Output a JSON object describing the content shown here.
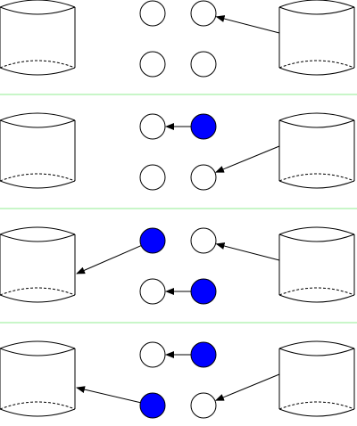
{
  "colors": {
    "filled": "#0000ff",
    "empty": "#ffffff",
    "stroke": "#000000",
    "separator": "#90ee90"
  },
  "icons": {
    "store": "cylinder-icon",
    "slot": "circle-icon",
    "transfer": "arrow-icon"
  },
  "panels": [
    {
      "slots": [
        [
          false,
          false
        ],
        [
          false,
          false
        ]
      ],
      "arrows": [
        {
          "from": "right-store",
          "to": "slot-0-1"
        }
      ]
    },
    {
      "slots": [
        [
          false,
          true
        ],
        [
          false,
          false
        ]
      ],
      "arrows": [
        {
          "from": "slot-0-1",
          "to": "slot-0-0"
        },
        {
          "from": "right-store",
          "to": "slot-1-1"
        }
      ]
    },
    {
      "slots": [
        [
          true,
          false
        ],
        [
          false,
          true
        ]
      ],
      "arrows": [
        {
          "from": "slot-0-0",
          "to": "left-store"
        },
        {
          "from": "right-store",
          "to": "slot-0-1"
        },
        {
          "from": "slot-1-1",
          "to": "slot-1-0"
        }
      ]
    },
    {
      "slots": [
        [
          false,
          true
        ],
        [
          true,
          false
        ]
      ],
      "arrows": [
        {
          "from": "slot-0-1",
          "to": "slot-0-0"
        },
        {
          "from": "slot-1-0",
          "to": "left-store"
        },
        {
          "from": "right-store",
          "to": "slot-1-1"
        }
      ]
    }
  ]
}
